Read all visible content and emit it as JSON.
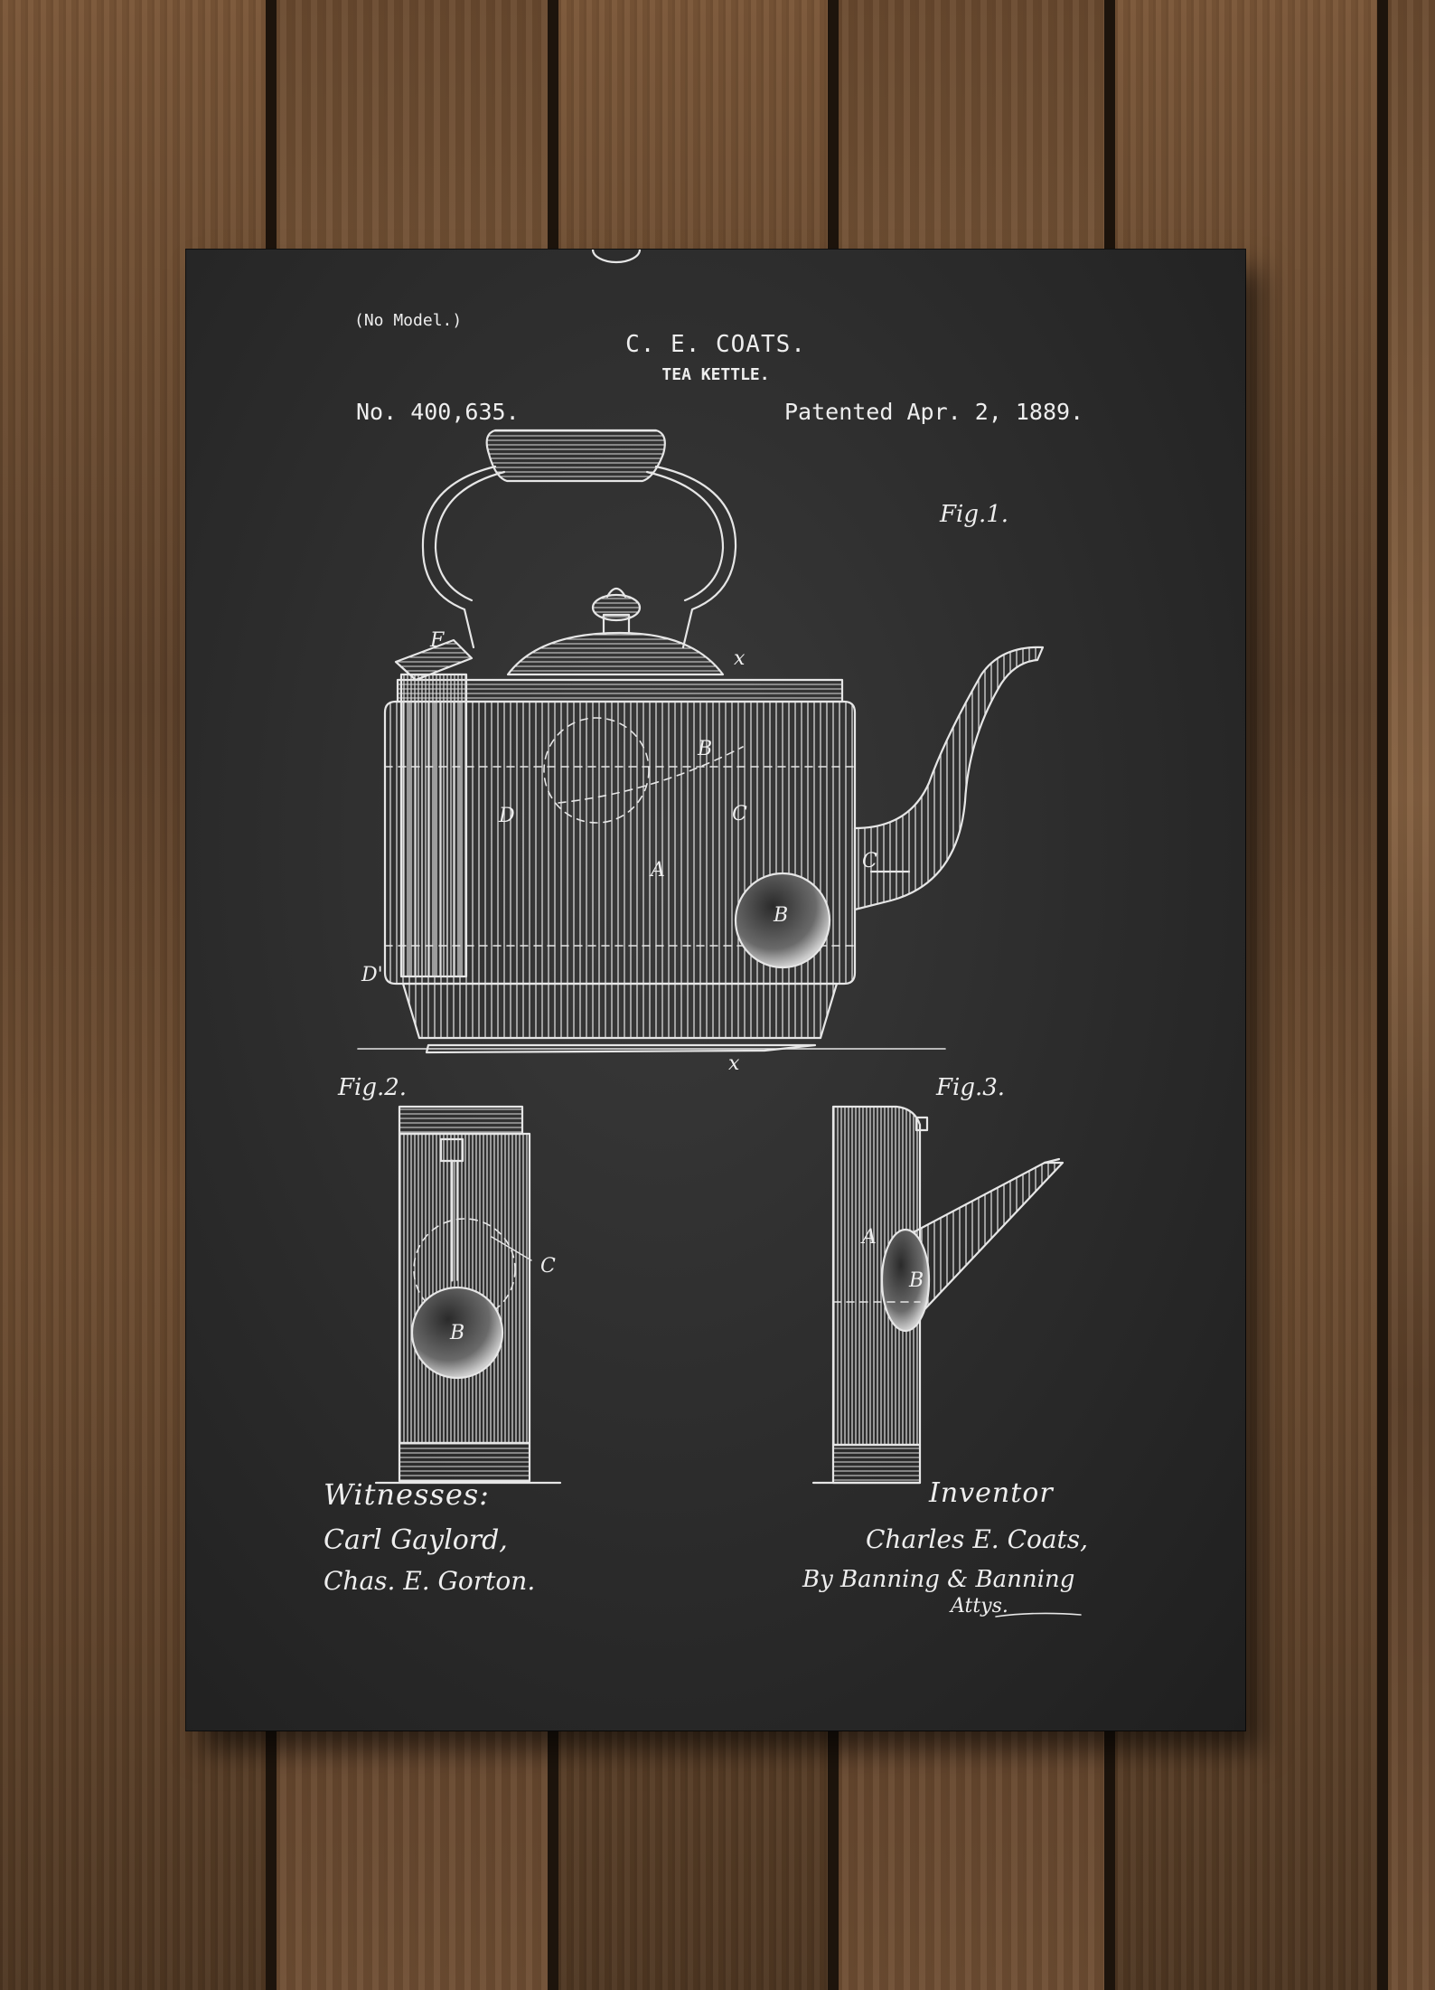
{
  "header": {
    "no_model": "(No Model.)",
    "inventor": "C. E. COATS.",
    "invention": "TEA KETTLE.",
    "patent_number": "No. 400,635.",
    "patent_date": "Patented Apr. 2, 1889."
  },
  "figures": {
    "fig1": "Fig.1.",
    "fig2": "Fig.2.",
    "fig3": "Fig.3."
  },
  "reference_letters": {
    "F": "F",
    "D": "D",
    "D_prime": "D'",
    "A": "A",
    "B": "B",
    "C": "C",
    "x": "x"
  },
  "signatures": {
    "witnesses_label": "Witnesses:",
    "witness_1": "Carl Gaylord,",
    "witness_2": "Chas. E. Gorton.",
    "inventor_label": "Inventor",
    "inventor_name": "Charles E. Coats,",
    "attorney": "By Banning & Banning",
    "attorney_suffix": "Attys."
  },
  "colors": {
    "chalk": "#eeeeee",
    "board": "#2b2b2b",
    "wood": "#6a4a2f"
  }
}
